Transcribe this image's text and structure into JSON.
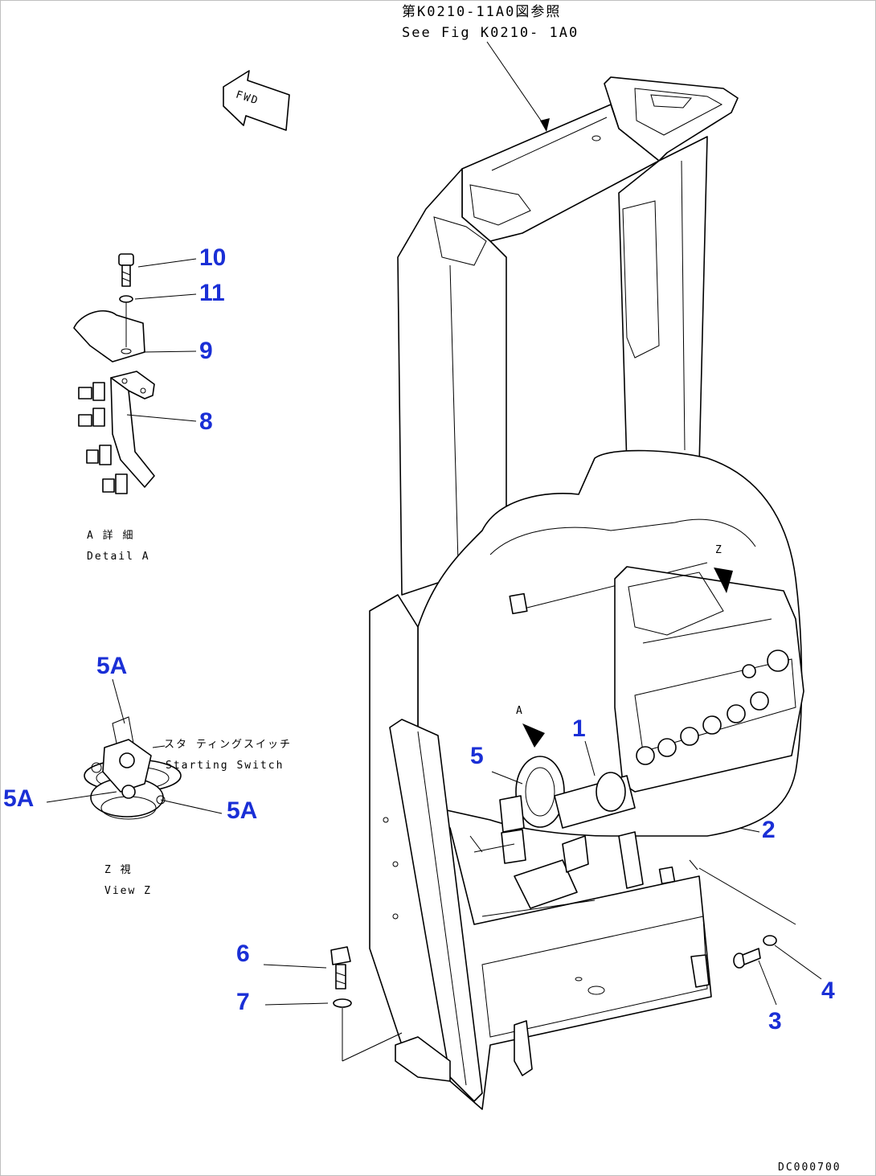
{
  "diagram": {
    "reference_note_jp": "第K0210-11A0図参照",
    "reference_note_en": "See Fig K0210- 1A0",
    "fwd_label": "FWD",
    "detail_a_jp": "A 詳 細",
    "detail_a_en": "Detail A",
    "view_z_jp": "Z 視",
    "view_z_en": "View Z",
    "starting_switch_jp": "スタ ティングスイッチ",
    "starting_switch_en": "Starting Switch",
    "view_marker_a": "A",
    "view_marker_z": "Z",
    "drawing_code": "DC000700",
    "callout_color": "#1a2fd6"
  },
  "callouts": [
    {
      "id": "1",
      "label": "1"
    },
    {
      "id": "2",
      "label": "2"
    },
    {
      "id": "3",
      "label": "3"
    },
    {
      "id": "4",
      "label": "4"
    },
    {
      "id": "5",
      "label": "5"
    },
    {
      "id": "5A-top",
      "label": "5A"
    },
    {
      "id": "5A-left",
      "label": "5A"
    },
    {
      "id": "5A-right",
      "label": "5A"
    },
    {
      "id": "6",
      "label": "6"
    },
    {
      "id": "7",
      "label": "7"
    },
    {
      "id": "8",
      "label": "8"
    },
    {
      "id": "9",
      "label": "9"
    },
    {
      "id": "10",
      "label": "10"
    },
    {
      "id": "11",
      "label": "11"
    }
  ]
}
